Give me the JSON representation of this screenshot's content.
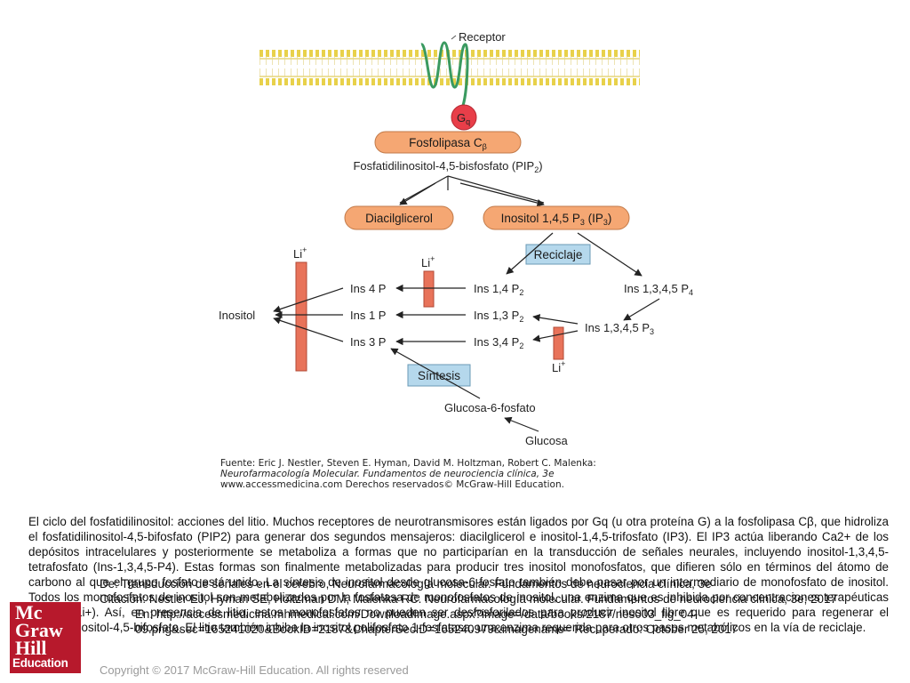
{
  "diagram": {
    "receptor": "Receptor",
    "gq": "Gq",
    "fosfolipasa": "Fosfolipasa Cβ",
    "pip2": "Fosfatidilinositol-4,5-bisfosfato (PIP2)",
    "diacilglicerol": "Diacilglicerol",
    "ip3": "Inositol 1,4,5 P3 (IP3)",
    "reciclaje": "Reciclaje",
    "li_left": "Li+",
    "li_mid": "Li+",
    "li_right": "Li+",
    "ins4p": "Ins 4 P",
    "ins1p": "Ins 1 P",
    "ins3p": "Ins 3 P",
    "inositol": "Inositol",
    "ins14p2": "Ins 1,4 P2",
    "ins13p2": "Ins 1,3 P2",
    "ins34p2": "Ins 3,4 P2",
    "ins1345p4": "Ins 1,3,4,5 P4",
    "ins1345p3": "Ins 1,3,4,5 P3",
    "sintesis": "Síntesis",
    "g6p": "Glucosa-6-fosfato",
    "glucosa": "Glucosa",
    "source": [
      "Fuente: Eric J. Nestler, Steven E. Hyman, David M. Holtzman, Robert C. Malenka:",
      "Neurofarmacología Molecular. Fundamentos de neurociencia clínica, 3e",
      "www.accessmedicina.com Derechos reservados© McGraw-Hill Education."
    ]
  },
  "caption": "El ciclo del fosfatidilinositol: acciones del litio. Muchos receptores de neurotransmisores están ligados por Gq (u otra proteína G) a la fosfolipasa Cβ, que hidroliza el fosfatidilinositol-4,5-bifosfato (PIP2) para generar dos segundos mensajeros: diacilglicerol e inositol-1,4,5-trifosfato (IP3). El IP3 actúa liberando Ca2+ de los depósitos intracelulares y posteriormente se metaboliza a formas que no participarían en la transducción de señales neurales, incluyendo inositol-1,3,4,5-tetrafosfato (Ins-1,3,4,5-P4). Estas formas son finalmente metabolizadas para producir tres inositol monofosfatos, que difieren sólo en términos del átomo de carbono al que el grupo fosfato está unido. La síntesis de inositol desde glucosa-6-fosfato también debe pasar por un intermediario de monofosfato de inositol. Todos los monofosfatos de inositol son metabolizados por la fosfatasa de monofosfatos de inositol, una enzima que es inhibida por concentraciones terapéuticas de litio (Li+). Así, en presencia de litio, estos monofosfatos no pueden ser desfosforilados para producir inositol libre que es requerido para regenerar el fosfatidilinositol-4,5-bifosfato. El litio también inhibe la inositol polifosfato 1-fosfatasa, una enzima requerida para otros pasos metabólicos en la vía de reciclaje.",
  "citation": [
    "De: Transducción de señales en el cerebro, Neurofarmacología molecular. Fundamentos de neurociencia clínica, 3e",
    "Citación: Nestler EJ, Hyman SE, Holtzman DM, Malenka RC. Neurofarmacología molecular. Fundamentos de neurociencia clínica, 3e; 2017",
    "En: http://accessmedicina.mhmedical.com/DownloadImage.aspx?image=/data/books/2187/nes003_fig_04-",
    "09.png&sec=165241020&BookID=2187&ChapterSecID=165240979&imagename= Recuperado: October 25, 2017"
  ],
  "copyright": "Copyright © 2017 McGraw-Hill Education. All rights reserved",
  "logo": {
    "line1": "Mc",
    "line2": "Graw",
    "line3": "Hill",
    "line4": "Education"
  },
  "colors": {
    "pill": "#f5a773",
    "box_blue": "#b5d8ec",
    "li_bar": "#e8735a",
    "gq": "#e83e49",
    "membrane": "#e8d14a",
    "logo": "#b7192c"
  }
}
